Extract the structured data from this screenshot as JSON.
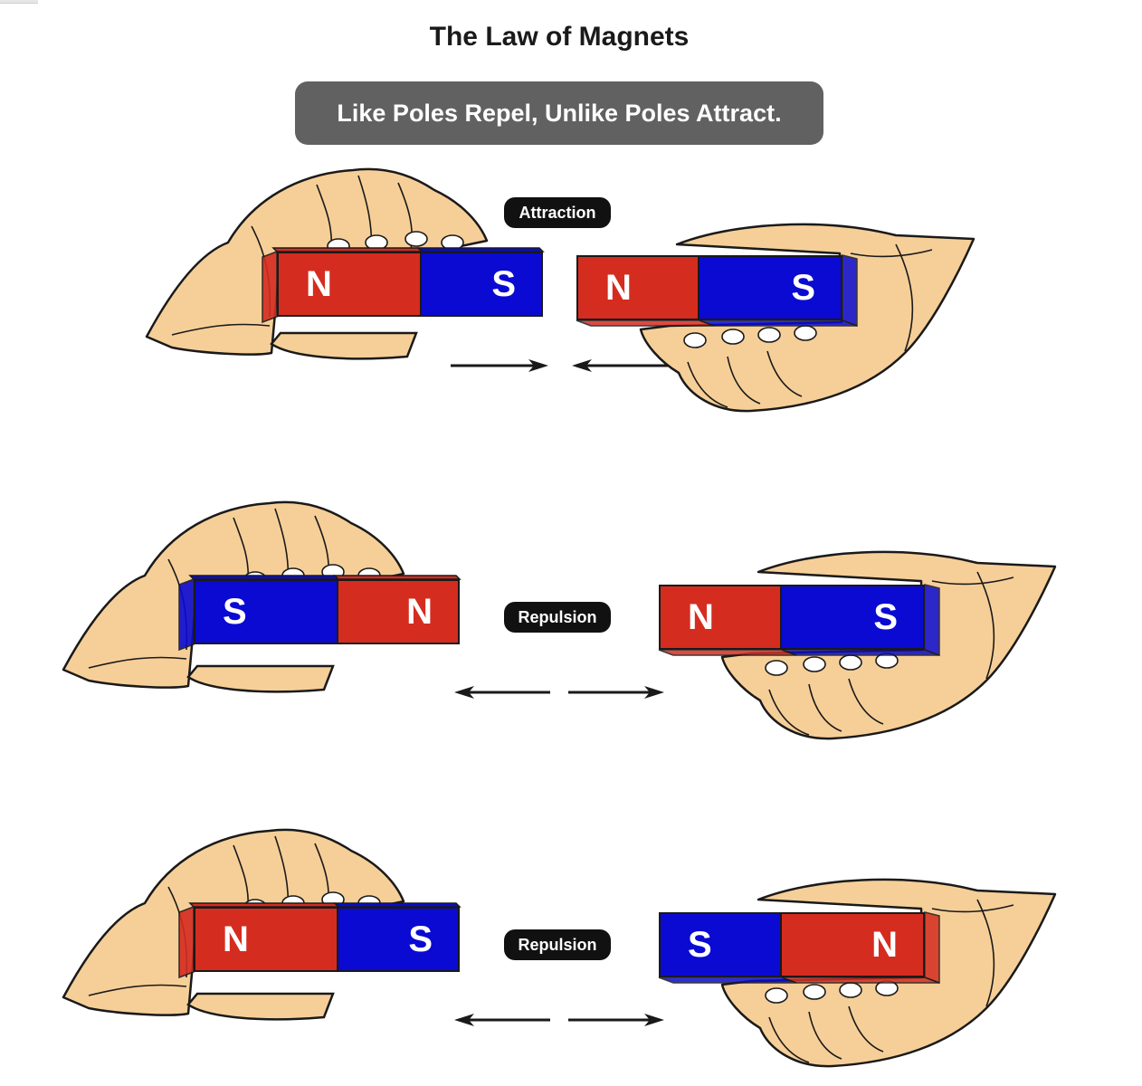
{
  "title": "The Law of Magnets",
  "banner": "Like Poles Repel, Unlike Poles Attract.",
  "colors": {
    "north": "#d52c20",
    "south": "#0a0ad2",
    "skin": "#f6cf98",
    "pill": "#111111",
    "banner": "#616161"
  },
  "rows": [
    {
      "label": "Attraction",
      "left_magnet": {
        "first_pole": "N",
        "second_pole": "S"
      },
      "right_magnet": {
        "first_pole": "N",
        "second_pole": "S"
      },
      "arrows": "toward"
    },
    {
      "label": "Repulsion",
      "left_magnet": {
        "first_pole": "S",
        "second_pole": "N"
      },
      "right_magnet": {
        "first_pole": "N",
        "second_pole": "S"
      },
      "arrows": "apart"
    },
    {
      "label": "Repulsion",
      "left_magnet": {
        "first_pole": "N",
        "second_pole": "S"
      },
      "right_magnet": {
        "first_pole": "S",
        "second_pole": "N"
      },
      "arrows": "apart"
    }
  ]
}
